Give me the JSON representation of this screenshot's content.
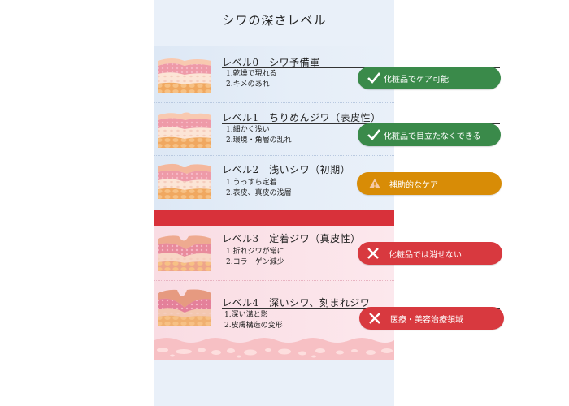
{
  "title": "シワの深さレベル",
  "colors": {
    "panel_bg": "#e9f0f9",
    "ok_green": "#3a8a4a",
    "warn_orange": "#d88c06",
    "ng_red": "#d8393f",
    "band_red": "#d8313a"
  },
  "levels": [
    {
      "heading": "レベル0　シワ予備軍",
      "items": [
        "1.乾燥で現れる",
        "2.キメのあれ"
      ],
      "badge": {
        "icon": "check-icon",
        "label": "化粧品でケア可能",
        "type": "ok"
      }
    },
    {
      "heading": "レベル1　ちりめんジワ（表皮性）",
      "items": [
        "1.細かく浅い",
        "2.環境・角層の乱れ"
      ],
      "badge": {
        "icon": "check-icon",
        "label": "化粧品で目立たなくできる",
        "type": "ok"
      }
    },
    {
      "heading": "レベル2　浅いシワ（初期）",
      "items": [
        "1.うっすら定着",
        "2.表皮、真皮の浅層"
      ],
      "badge": {
        "icon": "warning-icon",
        "label": "補助的なケア",
        "type": "warn"
      }
    },
    {
      "heading": "レベル3　定着ジワ（真皮性）",
      "items": [
        "1.折れジワが常に",
        "2.コラーゲン減少"
      ],
      "badge": {
        "icon": "cross-icon",
        "label": "化粧品では消せない",
        "type": "ng"
      }
    },
    {
      "heading": "レベル4　深いシワ、刻まれジワ",
      "items": [
        "1.深い溝と影",
        "2.皮膚構造の変形"
      ],
      "badge": {
        "icon": "cross-icon",
        "label": "医療・美容治療領域",
        "type": "ng"
      }
    }
  ]
}
